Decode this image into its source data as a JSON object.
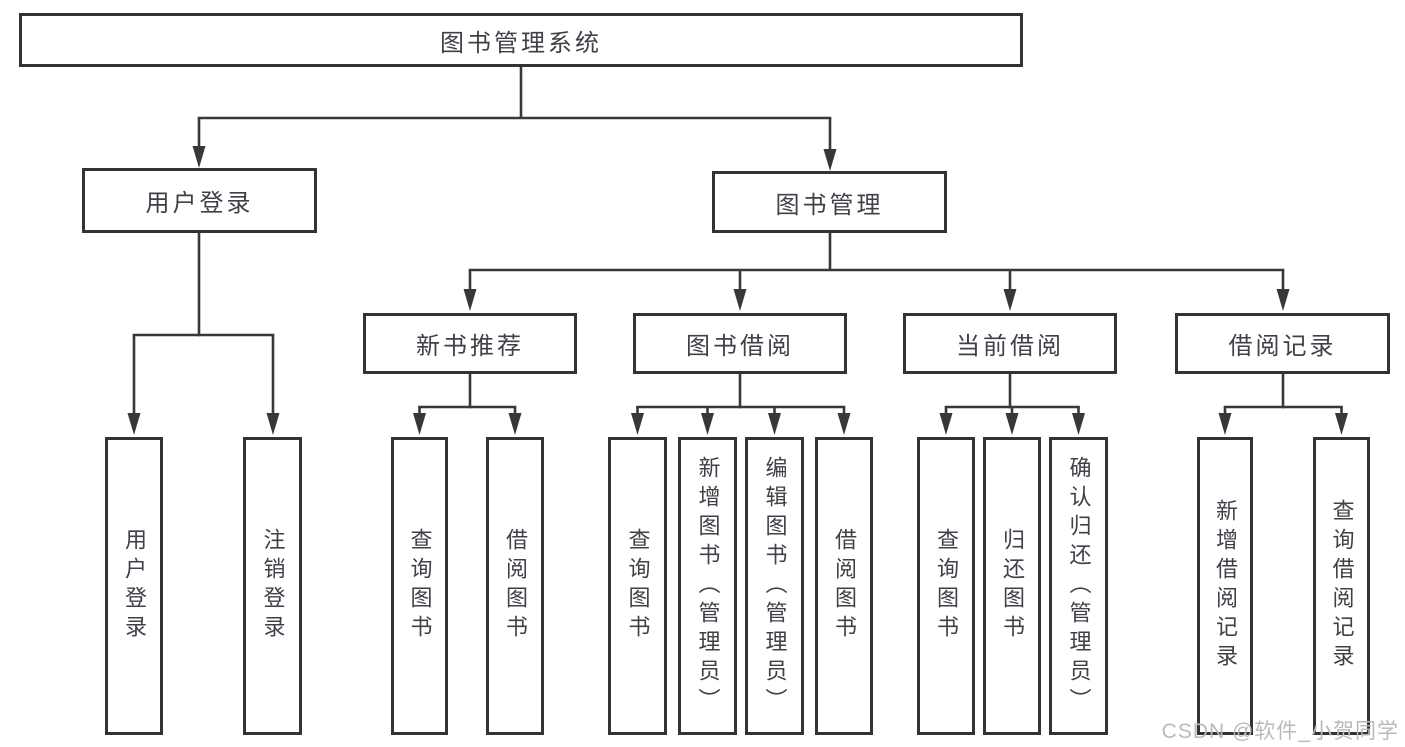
{
  "diagram": {
    "root": {
      "label": "图书管理系统"
    },
    "branches": [
      {
        "label": "用户登录",
        "leaves": [
          "用户登录",
          "注销登录"
        ]
      },
      {
        "label": "图书管理",
        "sections": [
          {
            "label": "新书推荐",
            "leaves": [
              "查询图书",
              "借阅图书"
            ]
          },
          {
            "label": "图书借阅",
            "leaves": [
              "查询图书",
              "新增图书（管理员）",
              "编辑图书（管理员）",
              "借阅图书"
            ]
          },
          {
            "label": "当前借阅",
            "leaves": [
              "查询图书",
              "归还图书",
              "确认归还（管理员）"
            ]
          },
          {
            "label": "借阅记录",
            "leaves": [
              "新增借阅记录",
              "查询借阅记录"
            ]
          }
        ]
      }
    ]
  },
  "watermark": {
    "text": "CSDN @软件_小贺同学"
  },
  "colors": {
    "line": "#383838",
    "box_border": "#333333",
    "text": "#3f4148",
    "watermark": "#b9babc",
    "background": "#ffffff"
  }
}
